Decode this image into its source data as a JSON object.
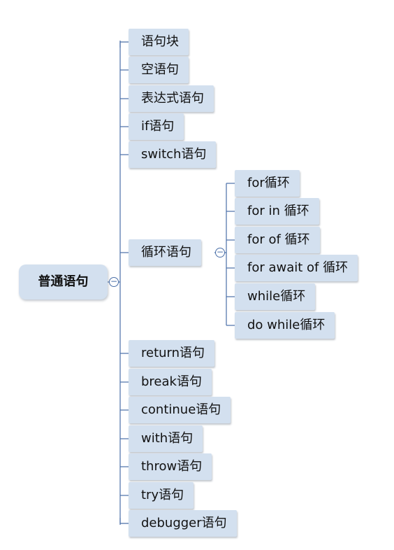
{
  "root": {
    "label": "普通语句",
    "collapse_icon": "minus-circle-icon"
  },
  "children": [
    {
      "label": "语句块"
    },
    {
      "label": "空语句"
    },
    {
      "label": "表达式语句"
    },
    {
      "label": "if语句"
    },
    {
      "label": "switch语句"
    },
    {
      "label": "循环语句",
      "collapse_icon": "minus-circle-icon",
      "children": [
        {
          "label": "for循环"
        },
        {
          "label": "for in 循环"
        },
        {
          "label": "for of 循环"
        },
        {
          "label": "for await of 循环"
        },
        {
          "label": "while循环"
        },
        {
          "label": "do while循环"
        }
      ]
    },
    {
      "label": "return语句"
    },
    {
      "label": "break语句"
    },
    {
      "label": "continue语句"
    },
    {
      "label": "with语句"
    },
    {
      "label": "throw语句"
    },
    {
      "label": "try语句"
    },
    {
      "label": "debugger语句"
    }
  ],
  "colors": {
    "node_fill": "#d3e0ef",
    "connector": "#4a6fa8",
    "text": "#111111"
  }
}
